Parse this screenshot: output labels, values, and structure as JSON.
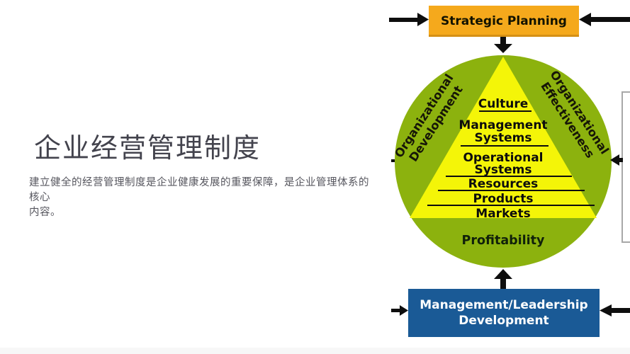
{
  "slide": {
    "title": "企业经营管理制度",
    "body": "建立健全的经营管理制度是企业健康发展的重要保障，是企业管理体系的核心\n内容。"
  },
  "diagram": {
    "strategic_box": "Strategic Planning",
    "leadership_box": "Management/Leadership\nDevelopment",
    "left_arc_label": "Organizational\nDevelopment",
    "right_arc_label": "Organizational\nEffectiveness",
    "pyramid_levels": [
      "Culture",
      "Management\nSystems",
      "Operational\nSystems",
      "Resources",
      "Products",
      "Markets"
    ],
    "base_label": "Profitability",
    "colors": {
      "circle_green": "#8cb20e",
      "pyramid_yellow": "#f4f508",
      "strategic_orange": "#f5a91c",
      "leadership_blue": "#1a5a96",
      "arrow_black": "#0e0e0e"
    }
  }
}
